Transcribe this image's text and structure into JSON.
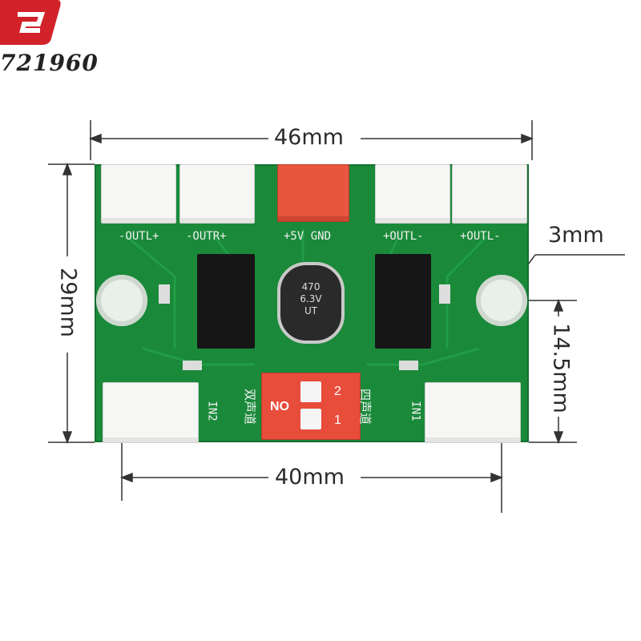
{
  "watermark": {
    "code": "721960",
    "brand_color": "#d2222a"
  },
  "dimensions": {
    "width": "46mm",
    "height": "29mm",
    "hole_diameter": "3mm",
    "hole_offset": "14.5mm",
    "hole_spacing": "40mm"
  },
  "board": {
    "color": "#1a8a3a",
    "connector_labels": {
      "out1": "-OUTL+",
      "out2": "-OUTR+",
      "power": "+5V GND",
      "out3": "+OUTL-",
      "out4": "+OUTL-",
      "in2": "IN2",
      "in1": "IN1"
    },
    "capacitor": {
      "line1": "470",
      "line2": "6.3V",
      "line3": "UT"
    },
    "switch": {
      "on_label": "ON",
      "pos1": "1",
      "pos2": "2"
    },
    "mode_labels": {
      "stereo": "双声道",
      "four_channel": "四声道"
    }
  }
}
